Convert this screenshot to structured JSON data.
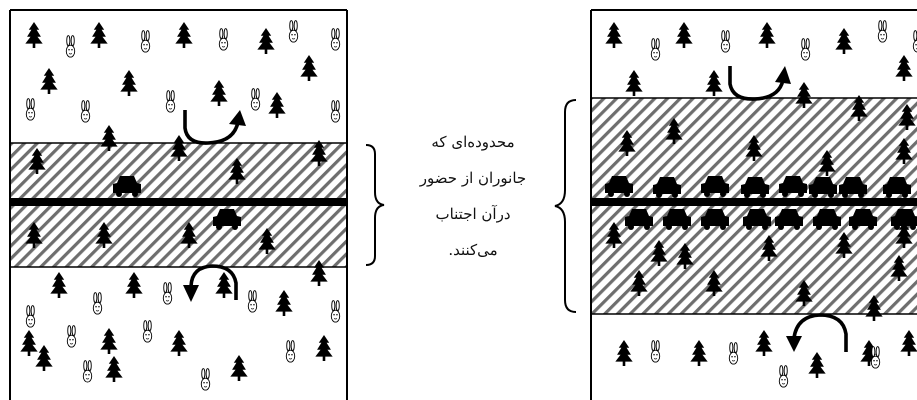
{
  "caption": {
    "lines": [
      "محدوده‌ای که",
      "جانوران از حضور",
      "درآن اجتناب",
      "می‌کنند."
    ]
  },
  "icons": {
    "tree": "tree-icon",
    "rabbit": "rabbit-icon",
    "car": "car-icon",
    "turn_arrow": "turn-back-arrow-icon",
    "brace": "curly-brace-icon"
  },
  "panels": [
    {
      "name": "low-traffic-road",
      "car_count": 2
    },
    {
      "name": "high-traffic-road",
      "car_count": 16
    }
  ]
}
